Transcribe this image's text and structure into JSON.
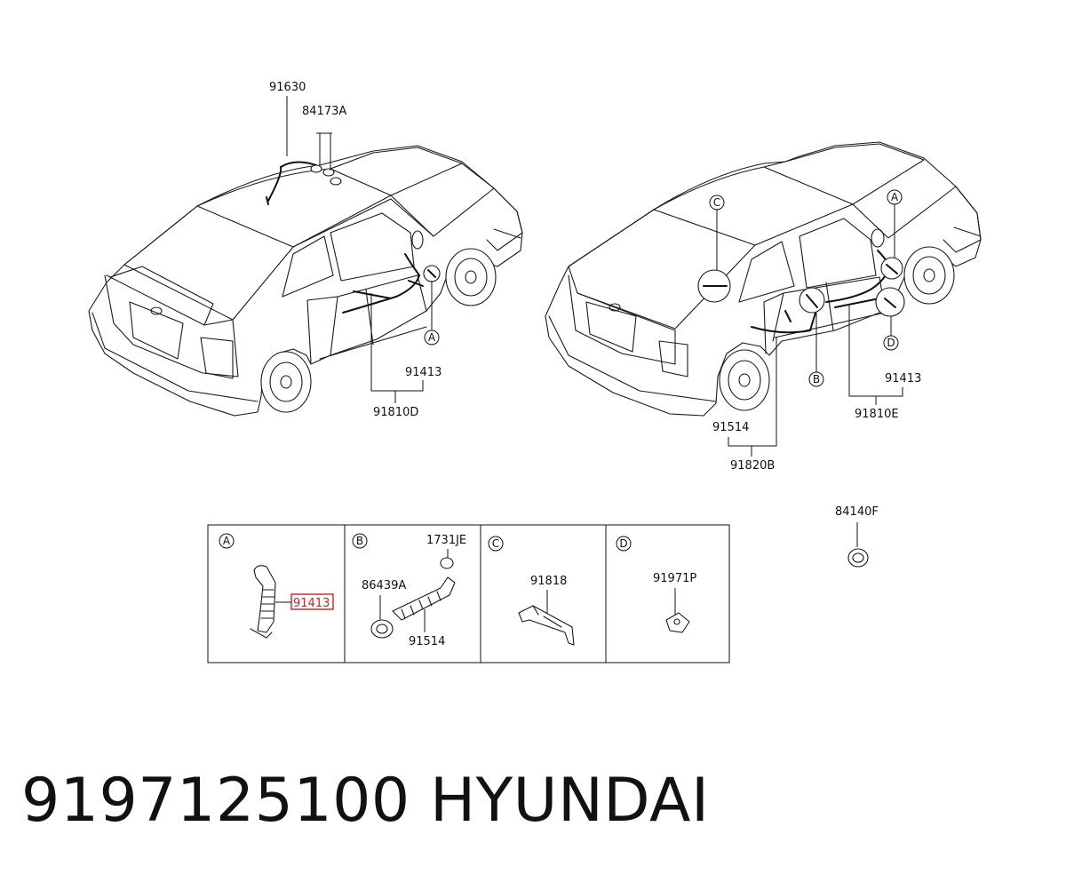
{
  "labels": {
    "p91630": "91630",
    "p84173A": "84173A",
    "p91413_left": "91413",
    "p91810D": "91810D",
    "p91413_right": "91413",
    "p91810E": "91810E",
    "p91514_right": "91514",
    "p91820B": "91820B",
    "p84140F": "84140F"
  },
  "circle_refs": {
    "left_A": "A",
    "right_A": "A",
    "right_B": "B",
    "right_C": "C",
    "right_D": "D"
  },
  "detail_panels": [
    {
      "letter": "A",
      "parts": [
        "91413"
      ]
    },
    {
      "letter": "B",
      "parts": [
        "1731JE",
        "86439A",
        "91514"
      ]
    },
    {
      "letter": "C",
      "parts": [
        "91818"
      ]
    },
    {
      "letter": "D",
      "parts": [
        "91971P"
      ]
    }
  ],
  "highlighted_part": "91413",
  "highlight_color": "#d32020",
  "footer": {
    "part_number": "9197125100",
    "brand": "HYUNDAI"
  }
}
